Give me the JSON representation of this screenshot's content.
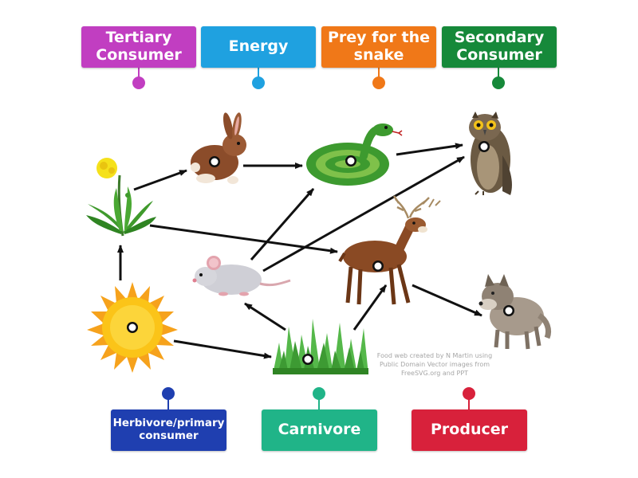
{
  "labels_top": [
    {
      "text": "Tertiary Consumer",
      "color": "#c13ec1"
    },
    {
      "text": "Energy",
      "color": "#1fa1e0"
    },
    {
      "text": "Prey for the snake",
      "color": "#f07818"
    },
    {
      "text": "Secondary Consumer",
      "color": "#16893a"
    }
  ],
  "labels_bottom": [
    {
      "text": "Herbivore/primary consumer",
      "color": "#1f3fb0"
    },
    {
      "text": "Carnivore",
      "color": "#20b488"
    },
    {
      "text": "Producer",
      "color": "#d8213b"
    }
  ],
  "organisms": [
    "dandelion",
    "rabbit",
    "snake",
    "owl",
    "mouse",
    "deer",
    "sun",
    "grass",
    "wolf"
  ],
  "credit": "Food web created by N Martin using Public Domain Vector images from FreeSVG.org and PPT"
}
